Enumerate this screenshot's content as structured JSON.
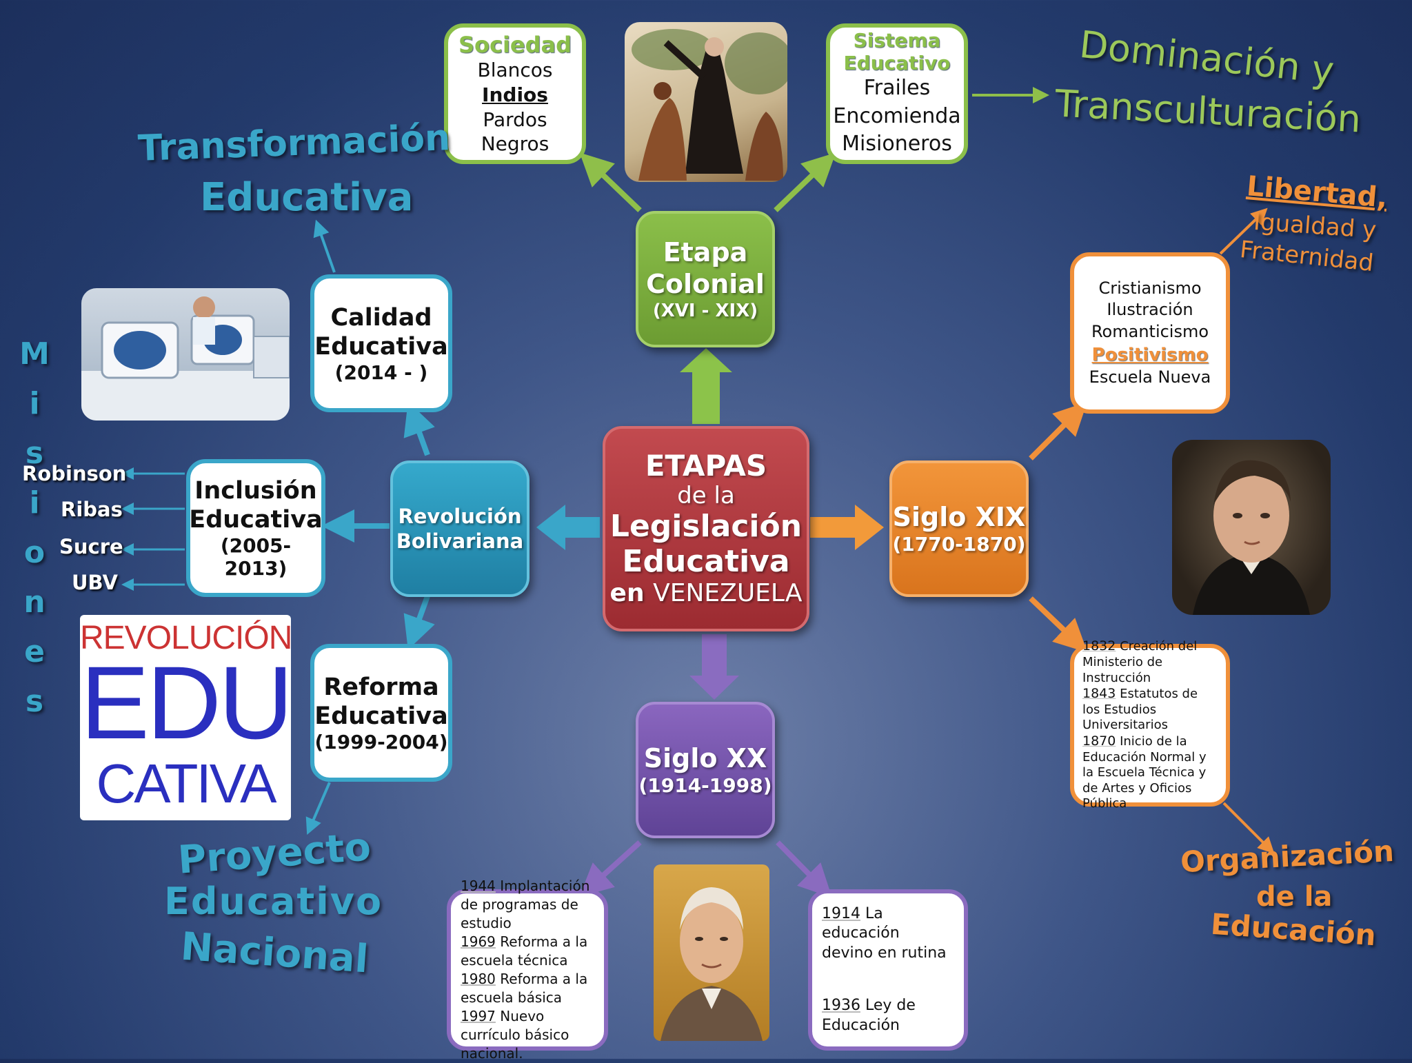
{
  "center": {
    "l1": "ETAPAS",
    "l2": "de la",
    "l3": "Legislación",
    "l4": "Educativa",
    "l5a": "en",
    "l5b": "VENEZUELA"
  },
  "colonial": {
    "title1": "Etapa",
    "title2": "Colonial",
    "period": "(XVI - XIX)"
  },
  "sociedad": {
    "title": "Sociedad",
    "items": [
      "Blancos",
      "Indios",
      "Pardos",
      "Negros"
    ]
  },
  "sistema": {
    "title1": "Sistema",
    "title2": "Educativo",
    "items": [
      "Frailes",
      "Encomienda",
      "Misioneros"
    ]
  },
  "dominacion": {
    "l1": "Dominación y",
    "l2": "Transculturación"
  },
  "siglo19": {
    "title": "Siglo XIX",
    "period": "(1770-1870)"
  },
  "ideas19": {
    "items": [
      "Cristianismo",
      "Ilustración",
      "Romanticismo",
      "Positivismo",
      "Escuela Nueva"
    ]
  },
  "libertad": {
    "l1": "Libertad,",
    "l2": "Igualdad y",
    "l3": "Fraternidad"
  },
  "hitos19": [
    {
      "year": "1832",
      "text": " Creación del Ministerio de Instrucción"
    },
    {
      "year": "1843",
      "text": " Estatutos de los Estudios Universitarios"
    },
    {
      "year": "1870",
      "text": " Inicio de la Educación Normal y la Escuela Técnica y de Artes y Oficios Pública"
    }
  ],
  "organizacion": {
    "l1": "Organización",
    "l2": "de la",
    "l3": "Educación"
  },
  "siglo20": {
    "title": "Siglo XX",
    "period": "(1914-1998)"
  },
  "hitos20a": [
    {
      "year": "1944",
      "text": " Implantación de programas de estudio"
    },
    {
      "year": "1969",
      "text": " Reforma a la escuela técnica"
    },
    {
      "year": "1980",
      "text": " Reforma a la escuela básica"
    },
    {
      "year": "1997",
      "text": " Nuevo currículo básico nacional."
    }
  ],
  "hitos20b": [
    {
      "year": "1914",
      "text": " La educación devino en rutina"
    },
    {
      "year": "1936",
      "text": " Ley de Educación"
    }
  ],
  "revolucion": {
    "l1": "Revolución",
    "l2": "Bolivariana"
  },
  "calidad": {
    "l1": "Calidad",
    "l2": "Educativa",
    "period": "(2014 - )"
  },
  "inclusion": {
    "l1": "Inclusión",
    "l2": "Educativa",
    "period": "(2005-2013)"
  },
  "reforma": {
    "l1": "Reforma",
    "l2": "Educativa",
    "period": "(1999-2004)"
  },
  "transformacion": {
    "l1": "Transformación",
    "l2": "Educativa"
  },
  "proyecto": {
    "l1": "Proyecto",
    "l2": "Educativo",
    "l3": "Nacional"
  },
  "misiones": {
    "letters": [
      "M",
      "i",
      "s",
      "i",
      "o",
      "n",
      "e",
      "s"
    ],
    "items": [
      "Robinson",
      "Ribas",
      "Sucre",
      "UBV"
    ]
  },
  "logo": {
    "l1": "REVOLUCIÓN",
    "l2": "EDU",
    "l3": "CATIVA"
  },
  "colors": {
    "green": "#7aa83a",
    "orange": "#e98a2a",
    "purple": "#6b4f9b",
    "teal": "#2f9bbf",
    "red": "#b33a3f"
  }
}
